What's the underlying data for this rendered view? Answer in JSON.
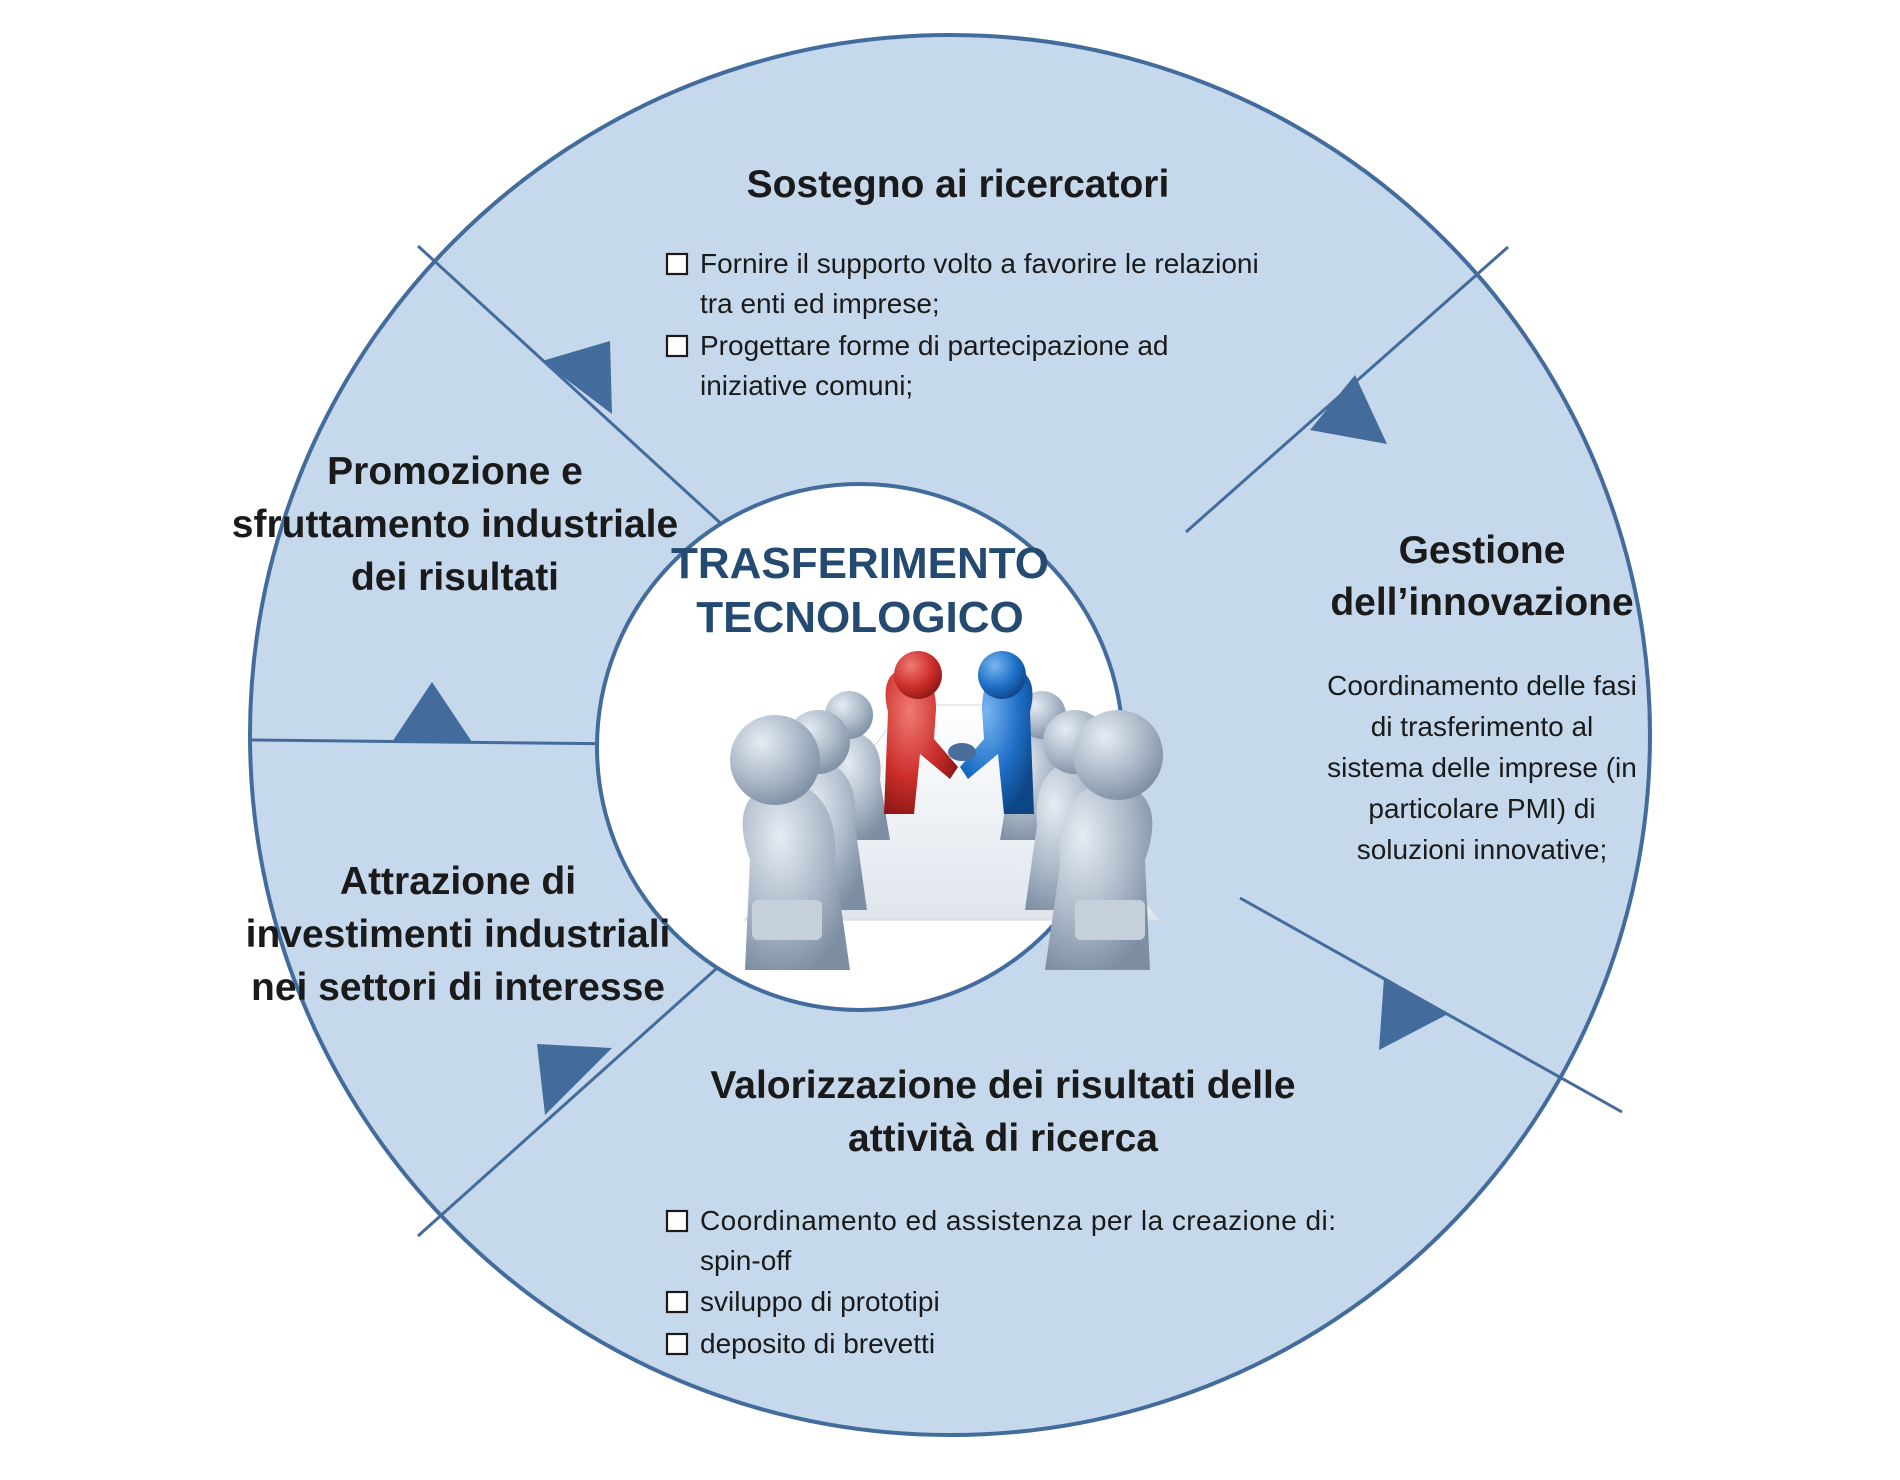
{
  "center": {
    "title_line1": "TRASFERIMENTO",
    "title_line2": "TECNOLOGICO"
  },
  "segments": {
    "top": {
      "title": "Sostegno ai ricercatori",
      "bullets": [
        [
          "Fornire il supporto volto a favorire le relazioni",
          "tra enti ed imprese;"
        ],
        [
          "Progettare forme di partecipazione ad",
          "iniziative comuni;"
        ]
      ]
    },
    "right": {
      "title_lines": [
        "Gestione",
        "dell’innovazione"
      ],
      "body_lines": [
        "Coordinamento delle fasi",
        "di trasferimento al",
        "sistema delle imprese (in",
        "particolare PMI) di",
        "soluzioni innovative;"
      ]
    },
    "bottom": {
      "title_lines": [
        "Valorizzazione dei risultati delle",
        "attività di ricerca"
      ],
      "bullets": [
        [
          "Coordinamento ed assistenza per la creazione di:",
          "spin-off"
        ],
        [
          "sviluppo di prototipi"
        ],
        [
          "deposito di brevetti"
        ]
      ]
    },
    "left_upper": {
      "title_lines": [
        "Promozione e",
        "sfruttamento industriale",
        "dei risultati"
      ]
    },
    "left_lower": {
      "title_lines": [
        "Attrazione di",
        "investimenti industriali",
        "nei settori di interesse"
      ]
    }
  },
  "colors": {
    "ring_fill": "#c5d8ec",
    "ring_stroke": "#436c9c",
    "arrow": "#436c9c",
    "center_title": "#244a72",
    "figure_red": "#cc2f2b",
    "figure_blue": "#1e6fc7",
    "figure_grey": "#aab8c8"
  }
}
